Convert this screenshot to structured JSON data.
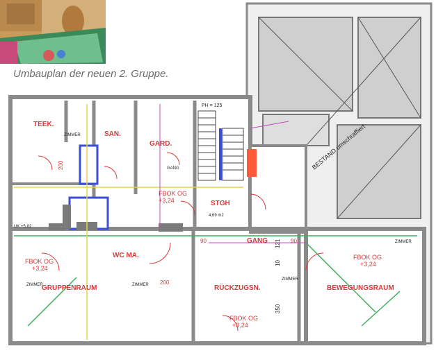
{
  "caption": "Umbauplan der neuen 2. Gruppe.",
  "plan": {
    "rooms": [
      {
        "id": "teek",
        "name": "TEEK."
      },
      {
        "id": "san",
        "name": "SAN."
      },
      {
        "id": "gard",
        "name": "GARD."
      },
      {
        "id": "stgh",
        "name": "STGH"
      },
      {
        "id": "gang",
        "name": "GANG"
      },
      {
        "id": "wcma",
        "name": "WC MA."
      },
      {
        "id": "gruppenraum",
        "name": "GRUPPENRAUM"
      },
      {
        "id": "rueckzug",
        "name": "RÜCKZUGSN."
      },
      {
        "id": "bewegung",
        "name": "BEWEGUNGSRAUM"
      }
    ],
    "labels": {
      "bestand": "BESTAND umschraffiert",
      "ph125": "PH = 125",
      "fbok1": "FBOK OG",
      "fbok_val": "+3,24",
      "zimmer": "ZIMMER",
      "gang_small": "GANG",
      "dim_121": "121",
      "dim_10": "10",
      "dim_350": "350",
      "dim_200": "200",
      "dim_90": "90",
      "stgh_area": "4,69 m2",
      "uk": "UK +5,82"
    }
  },
  "colors": {
    "wall": "#9a9a9a",
    "wall_dark": "#6f6f6f",
    "red": "#d63a3a",
    "green": "#3fae5a",
    "yellow": "#e6d24a",
    "blue": "#3a4fd6",
    "magenta": "#c04bc0",
    "bestand": "#c8c8c8"
  }
}
